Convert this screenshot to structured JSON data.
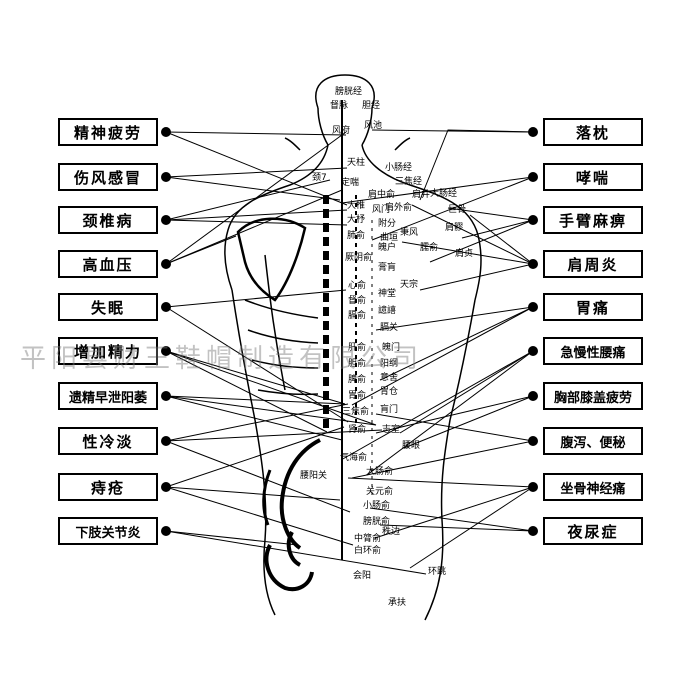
{
  "left_labels": [
    "精神疲劳",
    "伤风感冒",
    "颈椎病",
    "高血压",
    "失眠",
    "增加精力",
    "遗精早泄阳萎",
    "性冷淡",
    "痔疮",
    "下肢关节炎"
  ],
  "right_labels": [
    "落枕",
    "哮喘",
    "手臂麻痹",
    "肩周炎",
    "胃痛",
    "急慢性腰痛",
    "胸部膝盖疲劳",
    "腹泻、便秘",
    "坐骨神经痛",
    "夜尿症"
  ],
  "meridians": [
    "膀胱经",
    "督脉",
    "胆经",
    "小肠经",
    "三焦经",
    "大肠经"
  ],
  "points": [
    "风府",
    "风池",
    "天柱",
    "颈7",
    "定喘",
    "大椎",
    "大杼",
    "风门",
    "肺俞",
    "厥阴俞",
    "心俞",
    "督俞",
    "膈俞",
    "肩中俞",
    "肩外俞",
    "秉风",
    "曲垣",
    "肩井",
    "巨骨",
    "臑俞",
    "肩髎",
    "肩贞",
    "天宗",
    "附分",
    "魄户",
    "膏肓",
    "神堂",
    "譩譆",
    "膈关",
    "肝俞",
    "胆俞",
    "脾俞",
    "胃俞",
    "三焦俞",
    "肾俞",
    "魄门",
    "阳纲",
    "意舍",
    "胃仓",
    "肓门",
    "志室",
    "气海俞",
    "腰眼",
    "大肠俞",
    "关元俞",
    "小肠俞",
    "膀胱俞",
    "中膂俞",
    "白环俞",
    "秩边",
    "腰阳关",
    "会阳",
    "环跳",
    "承扶"
  ],
  "watermark": "平阳县财王鞋帽制造有限公司"
}
